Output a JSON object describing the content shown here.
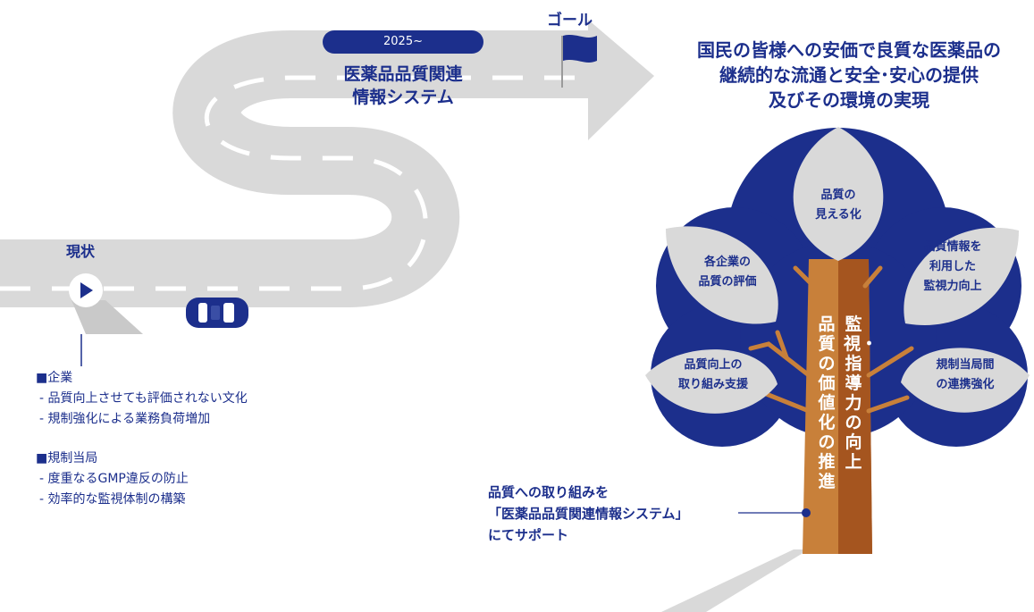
{
  "roadmap": {
    "year_badge": "2025~",
    "system_name": "医薬品品質関連\n情報システム",
    "goal_label": "ゴール",
    "current_label": "現状"
  },
  "goal_statement": "国民の皆様への安価で良質な医薬品の\n継続的な流通と安全･安心の提供\n及びその環境の実現",
  "issues": [
    {
      "heading": "■企業",
      "items": [
        "- 品質向上させても評価されない文化",
        "- 規制強化による業務負荷増加"
      ]
    },
    {
      "heading": "■規制当局",
      "items": [
        "- 度重なるGMP違反の防止",
        "- 効率的な監視体制の構築"
      ]
    }
  ],
  "tree": {
    "leaves": [
      "品質の\n見える化",
      "各企業の\n品質の評価",
      "品質情報を\n利用した\n監視力向上",
      "品質向上の\n取り組み支援",
      "規制当局間\nの連携強化"
    ],
    "trunk_left": "品質の価値化の推進",
    "trunk_right": "監視・指導力の向上"
  },
  "support_text": "品質への取り組みを\n「医薬品品質関連情報システム」\nにてサポート",
  "colors": {
    "navy": "#1c2f8c",
    "road": "#d9d9d9",
    "trunk_light": "#c8803a",
    "trunk_dark": "#a5551f",
    "leaf": "#d9d9d9"
  }
}
